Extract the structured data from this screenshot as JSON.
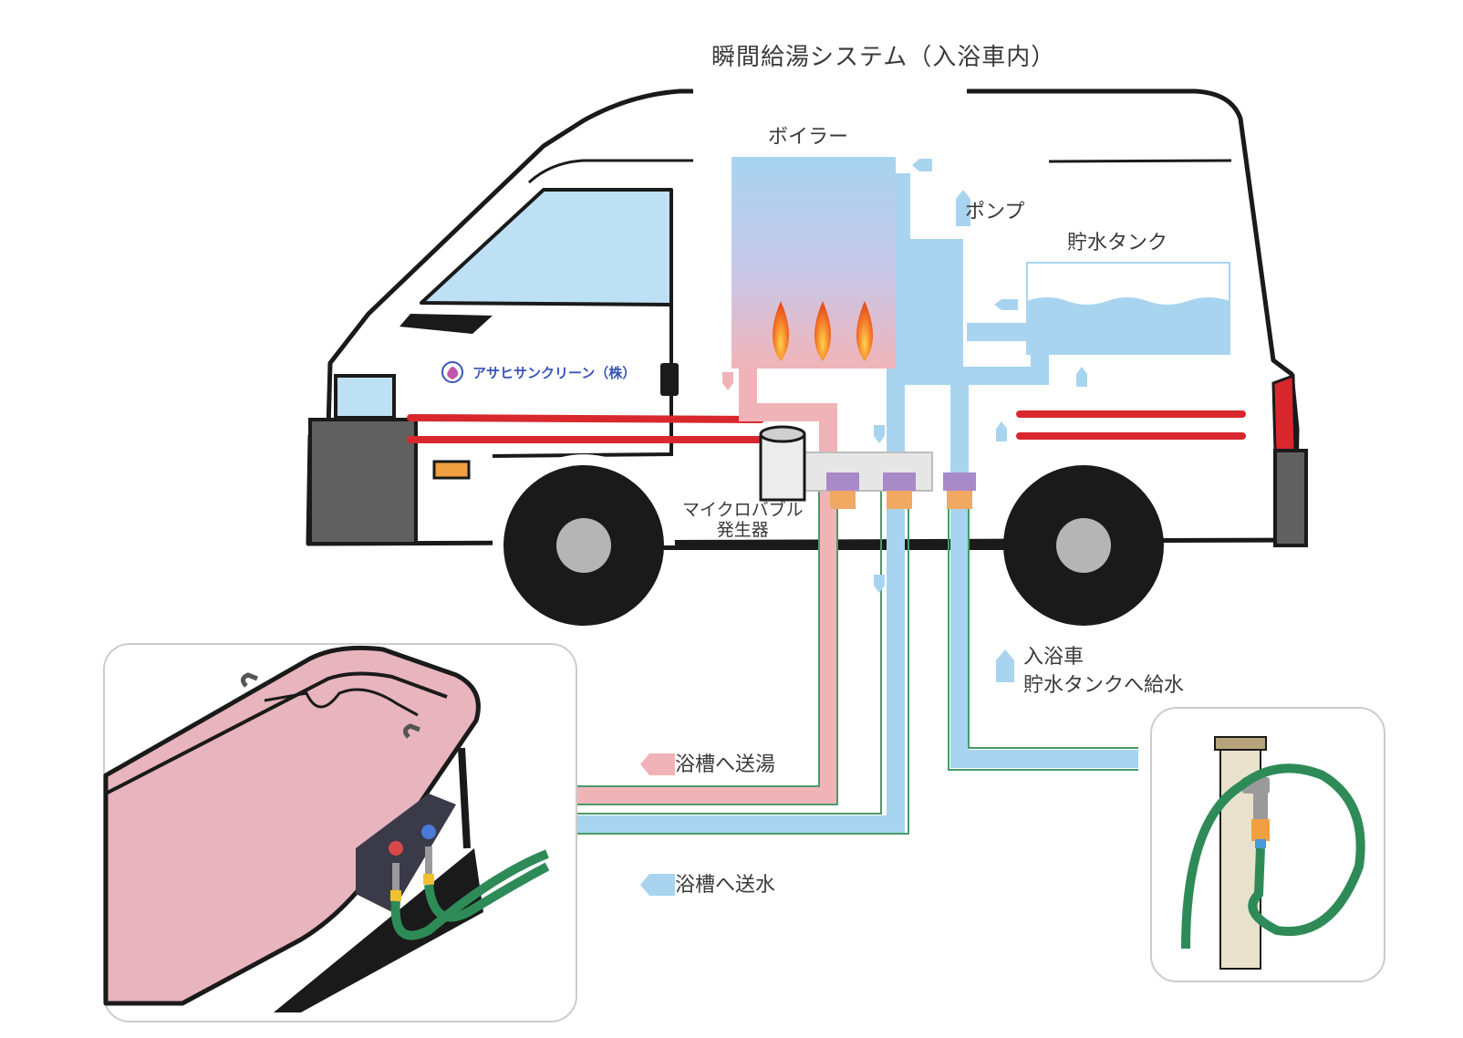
{
  "title": "瞬間給湯システム（入浴車内）",
  "labels": {
    "boiler": "ボイラー",
    "pump": "ポンプ",
    "tank": "貯水タンク",
    "micro_bubble_line1": "マイクロバブル",
    "micro_bubble_line2": "発生器",
    "company": "アサヒサンクリーン（株）",
    "hot_water_to_tub": "浴槽へ送湯",
    "cold_water_to_tub": "浴槽へ送水",
    "supply_line1": "入浴車",
    "supply_line2": "貯水タンクへ給水"
  },
  "colors": {
    "hot": "#f0b4b8",
    "cold": "#a8d4f0",
    "hose_green": "#2e8b57",
    "stripe_red": "#d8282e",
    "outline": "#1a1a1a",
    "connector_purple": "#a98ac8",
    "connector_orange": "#f0a862"
  },
  "icons": [
    "van-illustration",
    "flame-icon",
    "bathtub-illustration",
    "water-faucet-illustration",
    "company-logo-icon"
  ]
}
